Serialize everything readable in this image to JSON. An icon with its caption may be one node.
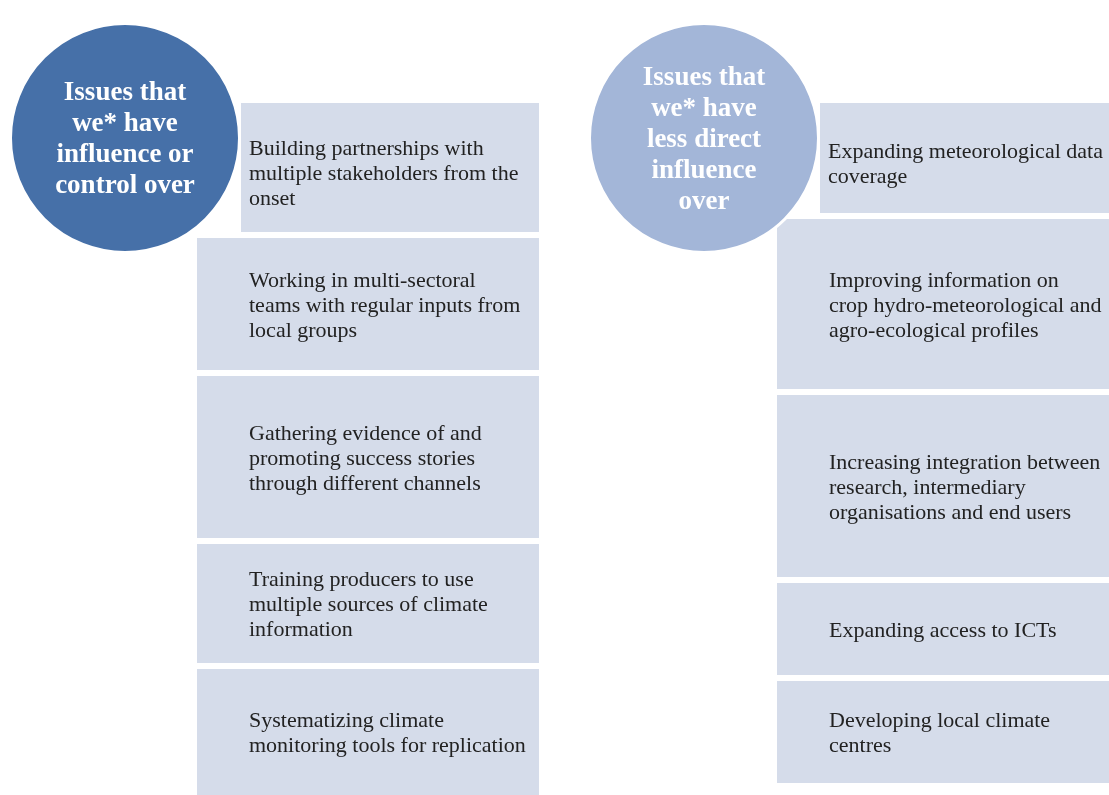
{
  "diagram": {
    "nodes": [
      {
        "text": [
          "Issues that we* have influence or control over"
        ]
      },
      {
        "text": [
          "Building partnerships with multiple stakeholders from the onset"
        ]
      },
      {
        "text": [
          "Working in multi-sectoral teams with regular inputs from local groups"
        ]
      },
      {
        "text": [
          "Gathering evidence of and promoting success stories through different channels"
        ]
      },
      {
        "text": [
          "Training producers to use multiple sources of climate information"
        ]
      },
      {
        "text": [
          "Systematizing climate monitoring tools for replication"
        ]
      },
      {
        "text": [
          "Issues that we* have less direct influence over"
        ]
      },
      {
        "text": [
          "Expanding meteorological data coverage"
        ]
      },
      {
        "text": [
          "Improving information on crop hydro-meteorological and agro-ecological profiles"
        ]
      },
      {
        "text": [
          "Increasing integration between research, intermediary organisations and end users"
        ]
      },
      {
        "text": [
          "Expanding access to ICTs"
        ]
      },
      {
        "text": [
          "Developing local climate centres"
        ]
      }
    ]
  }
}
